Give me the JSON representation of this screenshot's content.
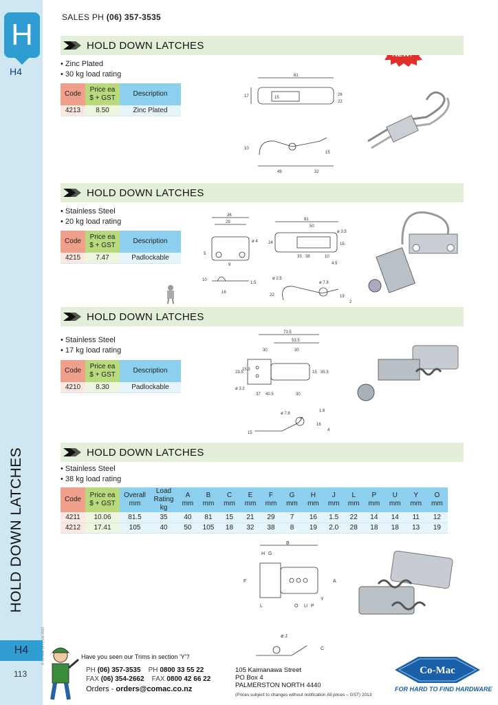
{
  "header": {
    "sales_label": "SALES  PH",
    "sales_phone": "(06) 357-3535"
  },
  "sidebar": {
    "tab_letter": "H",
    "section_code": "H4",
    "vertical_title": "HOLD DOWN LATCHES",
    "badge_code": "H4",
    "page_number": "113",
    "copyright": "© Co-Mac (PH) Ltd 2013"
  },
  "badge": {
    "new_label": "NEW!"
  },
  "sections": [
    {
      "title": "HOLD DOWN LATCHES",
      "bullets": [
        "• Zinc Plated",
        "• 30 kg load rating"
      ],
      "table": {
        "headers": [
          "Code",
          "Price ea $ + GST",
          "Description"
        ],
        "rows": [
          [
            "4213",
            "8.50",
            "Zinc Plated"
          ]
        ]
      },
      "dims": [
        "81",
        "17",
        "15",
        "26",
        "22",
        "10",
        "15",
        "49",
        "32"
      ]
    },
    {
      "title": "HOLD DOWN LATCHES",
      "bullets": [
        "• Stainless Steel",
        "• 20 kg load rating"
      ],
      "table": {
        "headers": [
          "Code",
          "Price ea $ + GST",
          "Description"
        ],
        "rows": [
          [
            "4215",
            "7.47",
            "Padlockable"
          ]
        ]
      },
      "dims": [
        "36",
        "29",
        "ø 4",
        "5",
        "9",
        "10",
        "1.5",
        "16",
        "81",
        "50",
        "ø 3.5",
        "24",
        "15",
        "33",
        "38",
        "10",
        "4.5",
        "ø 2.5",
        "ø 7.8",
        "22",
        "19",
        "2"
      ]
    },
    {
      "title": "HOLD DOWN LATCHES",
      "bullets": [
        "• Stainless Steel",
        "• 17 kg load rating"
      ],
      "table": {
        "headers": [
          "Code",
          "Price ea $ + GST",
          "Description"
        ],
        "rows": [
          [
            "4210",
            "8.30",
            "Padlockable"
          ]
        ]
      },
      "dims": [
        "73.5",
        "53.5",
        "30",
        "30",
        "ø 3.2",
        "37",
        "40.5",
        "30",
        "23.5",
        "15.3",
        "15",
        "35.5",
        "ø 7.8",
        "1.6",
        "15",
        "16",
        "4"
      ]
    },
    {
      "title": "HOLD DOWN LATCHES",
      "bullets": [
        "• Stainless Steel",
        "• 38 kg load rating"
      ],
      "table": {
        "headers": [
          "Code",
          "Price ea $ + GST",
          "Overall mm",
          "Load Rating kg",
          "A mm",
          "B mm",
          "C mm",
          "E mm",
          "F mm",
          "G mm",
          "H mm",
          "J mm",
          "L mm",
          "P mm",
          "U mm",
          "Y mm",
          "O mm"
        ],
        "rows": [
          [
            "4211",
            "10.06",
            "81.5",
            "35",
            "40",
            "81",
            "15",
            "21",
            "29",
            "7",
            "16",
            "1.5",
            "22",
            "14",
            "14",
            "11",
            "12"
          ],
          [
            "4212",
            "17.41",
            "105",
            "40",
            "50",
            "105",
            "18",
            "32",
            "38",
            "8",
            "19",
            "2.0",
            "28",
            "18",
            "18",
            "13",
            "19"
          ]
        ]
      },
      "dims": [
        "B",
        "H",
        "G",
        "F",
        "A",
        "L",
        "O",
        "U",
        "P",
        "Y",
        "ø J",
        "C"
      ]
    }
  ],
  "footer": {
    "trims_text": "Have you seen our Trims in section 'Y'?",
    "ph_label": "PH",
    "ph": "(06) 357-3535",
    "ph2_label": "PH",
    "ph2": "0800 33 55 22",
    "fax_label": "FAX",
    "fax": "(06) 354-2662",
    "fax2_label": "FAX",
    "fax2": "0800 42 66 22",
    "orders_label": "Orders -",
    "orders": "orders@comac.co.nz",
    "address": [
      "105 Kaimanawa Street",
      "PO Box 4",
      "PALMERSTON NORTH 4440"
    ],
    "disclaimer": "(Prices subject to changes without notification  All prices – GST)  2013",
    "logo_text": "Co-Mac",
    "tagline": "FOR HARD TO FIND HARDWARE"
  },
  "colors": {
    "accent_blue": "#2f9dd2",
    "sidebar_bg": "#cfe7f3",
    "section_bar": "#e4efd9",
    "code_header": "#f0a08a",
    "price_header": "#b8d97c",
    "desc_header": "#8dcfee"
  }
}
